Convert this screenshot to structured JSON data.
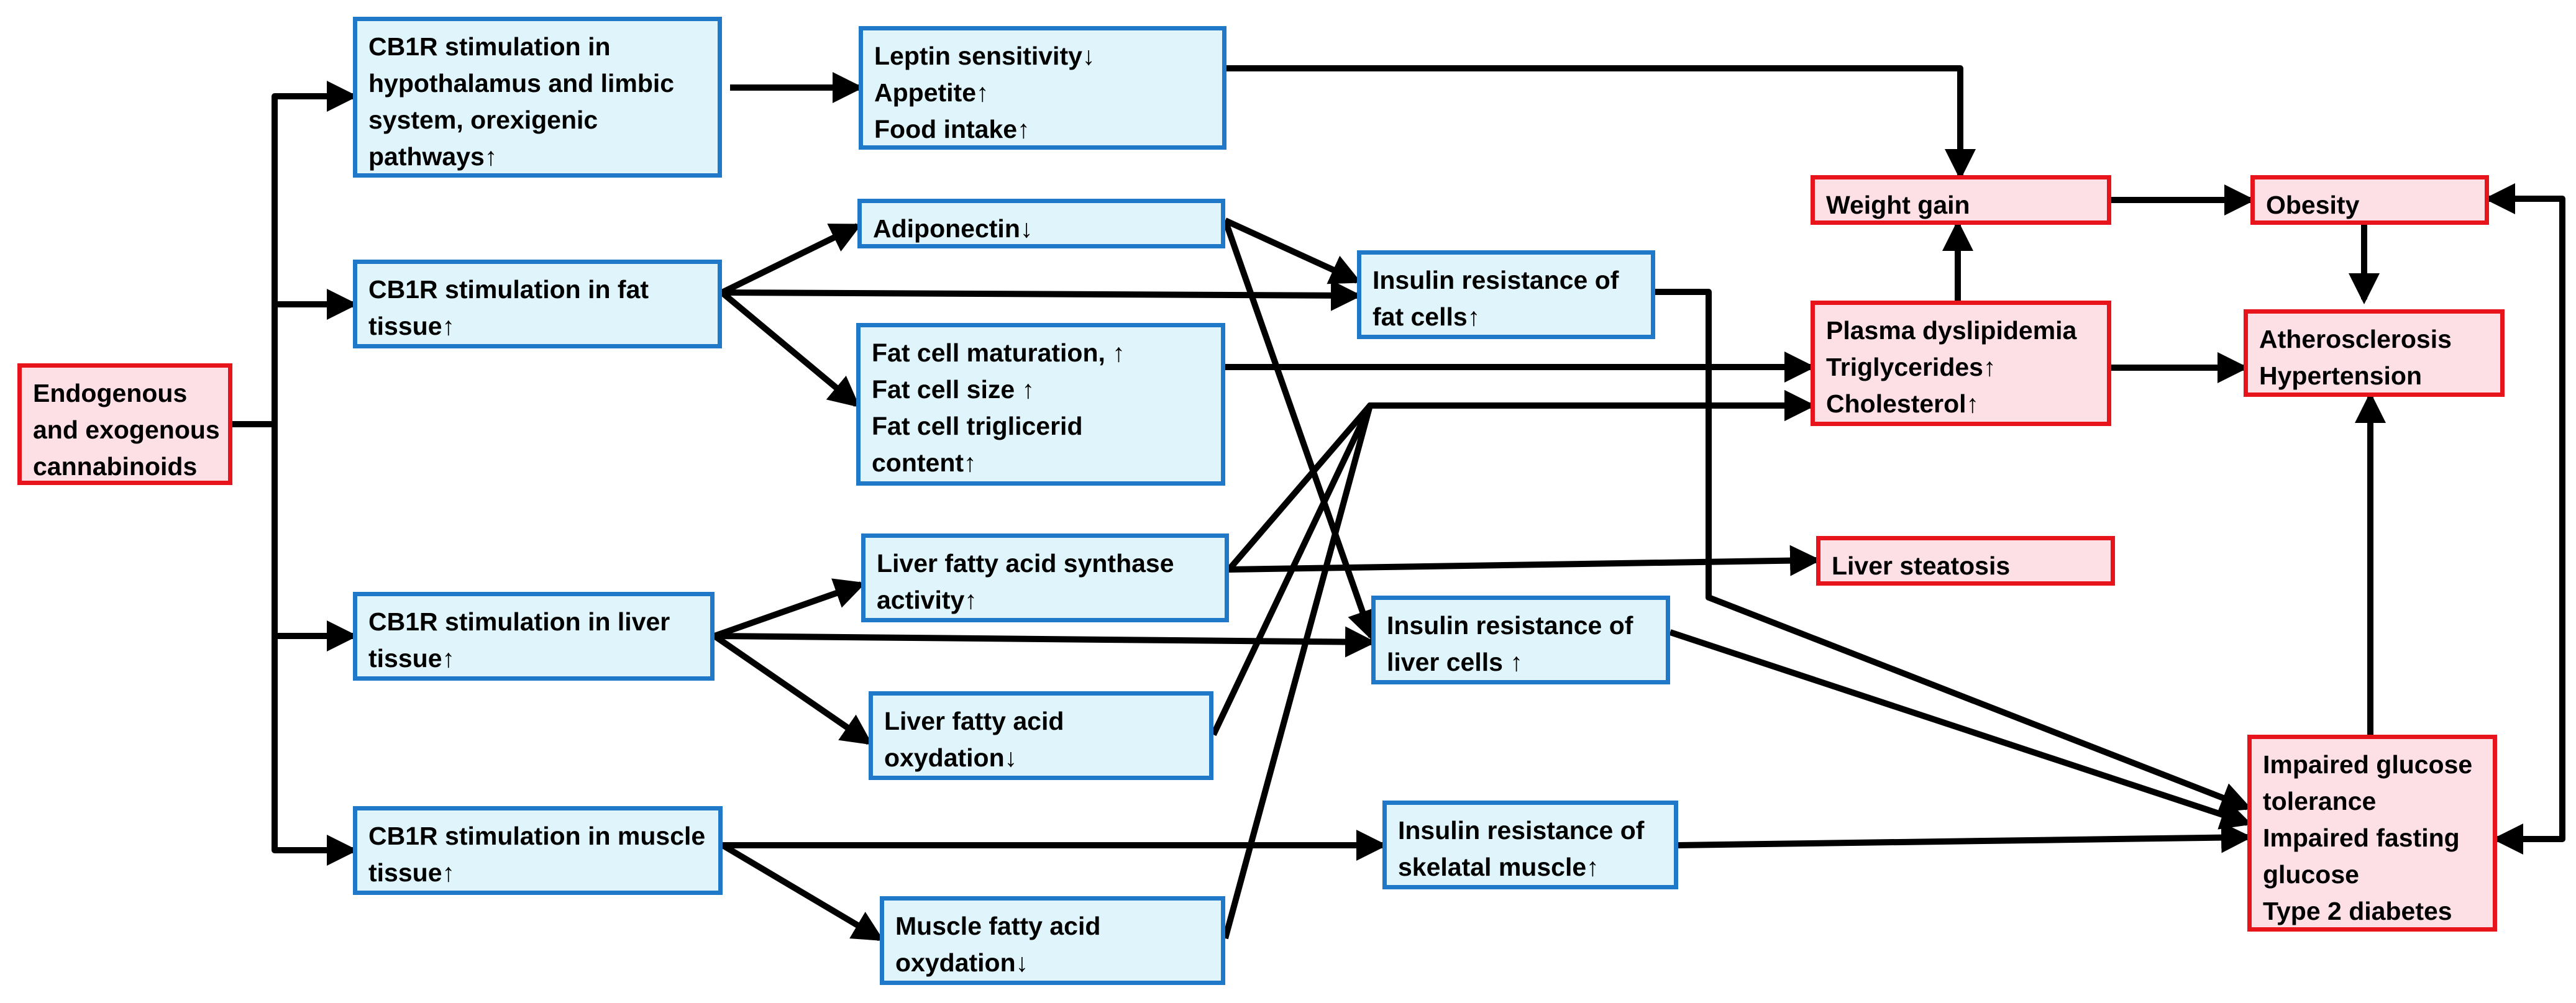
{
  "colors": {
    "blue_border": "#1f78c8",
    "blue_fill": "#dff5fb",
    "red_border": "#e8141c",
    "red_fill": "#fde0e6",
    "arrow": "#000000"
  },
  "nodes": {
    "cannabinoids": {
      "theme": "red",
      "lines": [
        "Endogenous",
        "and exogenous",
        "cannabinoids"
      ]
    },
    "cb1r_hypothalamus": {
      "theme": "blue",
      "lines": [
        "CB1R stimulation  in",
        "hypothalamus and limbic",
        "system, orexigenic",
        "pathways↑"
      ]
    },
    "cb1r_fat": {
      "theme": "blue",
      "lines": [
        "CB1R stimulation in fat",
        "tissue↑"
      ]
    },
    "cb1r_liver": {
      "theme": "blue",
      "lines": [
        "CB1R stimulation in liver",
        "tissue↑"
      ]
    },
    "cb1r_muscle": {
      "theme": "blue",
      "lines": [
        "CB1R stimulation in muscle",
        "tissue↑"
      ]
    },
    "leptin": {
      "theme": "blue",
      "lines": [
        "Leptin sensitivity↓",
        "Appetite↑",
        "Food intake↑"
      ]
    },
    "adiponectin": {
      "theme": "blue",
      "lines": [
        "Adiponectin↓"
      ]
    },
    "fat_cell": {
      "theme": "blue",
      "lines": [
        "Fat cell maturation, ↑",
        "Fat cell size  ↑",
        "Fat cell triglicerid",
        "content↑"
      ]
    },
    "liver_fas": {
      "theme": "blue",
      "lines": [
        "Liver fatty acid synthase",
        "activity↑"
      ]
    },
    "liver_oxy": {
      "theme": "blue",
      "lines": [
        "Liver fatty acid",
        "oxydation↓"
      ]
    },
    "muscle_oxy": {
      "theme": "blue",
      "lines": [
        "Muscle  fatty acid",
        "oxydation↓"
      ]
    },
    "ir_fat": {
      "theme": "blue",
      "lines": [
        "Insulin resistance of",
        "fat cells↑"
      ]
    },
    "ir_liver": {
      "theme": "blue",
      "lines": [
        "Insulin resistance of",
        "liver cells ↑"
      ]
    },
    "ir_muscle": {
      "theme": "blue",
      "lines": [
        "Insulin resistance of",
        "skelatal muscle↑"
      ]
    },
    "weight_gain": {
      "theme": "red",
      "lines": [
        "Weight gain"
      ]
    },
    "dyslipidemia": {
      "theme": "red",
      "lines": [
        "Plasma dyslipidemia",
        "Triglycerides↑",
        "Cholesterol↑"
      ]
    },
    "steatosis": {
      "theme": "red",
      "lines": [
        "Liver steatosis"
      ]
    },
    "obesity": {
      "theme": "red",
      "lines": [
        "Obesity"
      ]
    },
    "athero": {
      "theme": "red",
      "lines": [
        "Atherosclerosis",
        "Hypertension"
      ]
    },
    "glucose": {
      "theme": "red",
      "lines": [
        "Impaired glucose",
        "tolerance",
        "Impaired fasting",
        "glucose",
        "Type 2 diabetes"
      ]
    }
  },
  "edges": [
    {
      "from": "cannabinoids",
      "to": "cb1r_hypothalamus"
    },
    {
      "from": "cannabinoids",
      "to": "cb1r_fat"
    },
    {
      "from": "cannabinoids",
      "to": "cb1r_liver"
    },
    {
      "from": "cannabinoids",
      "to": "cb1r_muscle"
    },
    {
      "from": "cb1r_hypothalamus",
      "to": "leptin"
    },
    {
      "from": "leptin",
      "to": "weight_gain"
    },
    {
      "from": "cb1r_fat",
      "to": "adiponectin"
    },
    {
      "from": "cb1r_fat",
      "to": "ir_fat"
    },
    {
      "from": "cb1r_fat",
      "to": "fat_cell"
    },
    {
      "from": "adiponectin",
      "to": "ir_fat"
    },
    {
      "from": "adiponectin",
      "to": "ir_liver"
    },
    {
      "from": "fat_cell",
      "to": "dyslipidemia"
    },
    {
      "from": "ir_fat",
      "to": "glucose"
    },
    {
      "from": "cb1r_liver",
      "to": "liver_fas"
    },
    {
      "from": "cb1r_liver",
      "to": "ir_liver"
    },
    {
      "from": "cb1r_liver",
      "to": "liver_oxy"
    },
    {
      "from": "liver_fas",
      "to": "steatosis"
    },
    {
      "from": "liver_fas",
      "to": "dyslipidemia"
    },
    {
      "from": "liver_oxy",
      "to": "dyslipidemia"
    },
    {
      "from": "muscle_oxy",
      "to": "dyslipidemia"
    },
    {
      "from": "ir_liver",
      "to": "glucose"
    },
    {
      "from": "cb1r_muscle",
      "to": "ir_muscle"
    },
    {
      "from": "cb1r_muscle",
      "to": "muscle_oxy"
    },
    {
      "from": "ir_muscle",
      "to": "glucose"
    },
    {
      "from": "dyslipidemia",
      "to": "weight_gain"
    },
    {
      "from": "dyslipidemia",
      "to": "athero"
    },
    {
      "from": "weight_gain",
      "to": "obesity"
    },
    {
      "from": "obesity",
      "to": "athero"
    },
    {
      "from": "glucose",
      "to": "athero"
    },
    {
      "from": "glucose",
      "to": "obesity"
    },
    {
      "from": "obesity",
      "to": "glucose"
    }
  ]
}
